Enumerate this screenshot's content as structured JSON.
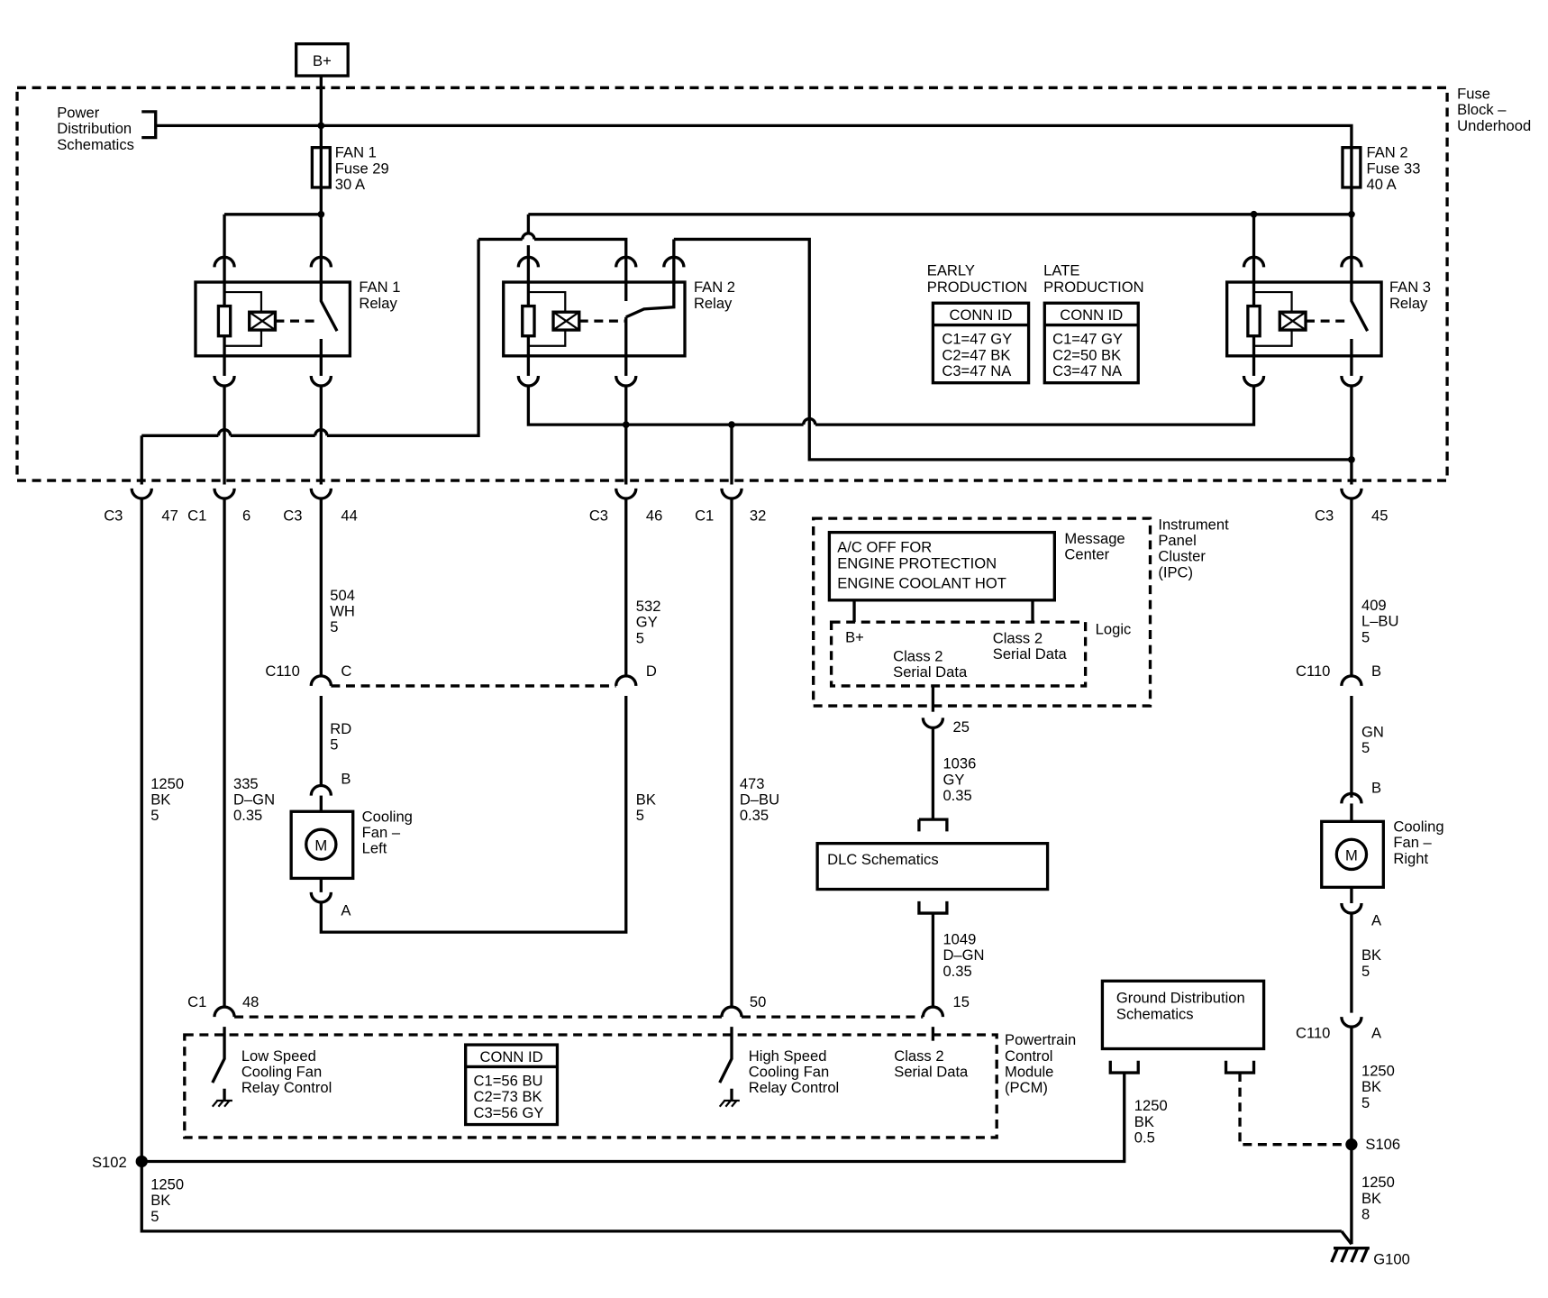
{
  "power": {
    "b_plus": "B+"
  },
  "fuse_block": {
    "title_l1": "Fuse",
    "title_l2": "Block –",
    "title_l3": "Underhood"
  },
  "pds": {
    "l1": "Power",
    "l2": "Distribution",
    "l3": "Schematics"
  },
  "fuses": [
    {
      "l1": "FAN 1",
      "l2": "Fuse 29",
      "l3": "30 A"
    },
    {
      "l1": "FAN 2",
      "l2": "Fuse 33",
      "l3": "40 A"
    }
  ],
  "relays": [
    {
      "l1": "FAN 1",
      "l2": "Relay"
    },
    {
      "l1": "FAN 2",
      "l2": "Relay"
    },
    {
      "l1": "FAN 3",
      "l2": "Relay"
    }
  ],
  "conn_tables": {
    "early": {
      "h1": "EARLY",
      "h2": "PRODUCTION",
      "id": "CONN ID",
      "r1": "C1=47 GY",
      "r2": "C2=47 BK",
      "r3": "C3=47 NA"
    },
    "late": {
      "h1": "LATE",
      "h2": "PRODUCTION",
      "id": "CONN ID",
      "r1": "C1=47 GY",
      "r2": "C2=50 BK",
      "r3": "C3=47 NA"
    },
    "pcm": {
      "id": "CONN ID",
      "r1": "C1=56 BU",
      "r2": "C2=73 BK",
      "r3": "C3=56 GY"
    }
  },
  "block_pins": {
    "c3_47": [
      "C3",
      "47"
    ],
    "c1_6": [
      "C1",
      "6"
    ],
    "c3_44": [
      "C3",
      "44"
    ],
    "c3_46": [
      "C3",
      "46"
    ],
    "c1_32": [
      "C1",
      "32"
    ],
    "c3_45": [
      "C3",
      "45"
    ]
  },
  "wires": {
    "w504": [
      "504",
      "WH",
      "5"
    ],
    "w532": [
      "532",
      "GY",
      "5"
    ],
    "w409": [
      "409",
      "L–BU",
      "5"
    ],
    "wrd": [
      "RD",
      "5"
    ],
    "wgn": [
      "GN",
      "5"
    ],
    "w1250a": [
      "1250",
      "BK",
      "5"
    ],
    "w335": [
      "335",
      "D–GN",
      "0.35"
    ],
    "wbk": [
      "BK",
      "5"
    ],
    "w473": [
      "473",
      "D–BU",
      "0.35"
    ],
    "w1036": [
      "1036",
      "GY",
      "0.35"
    ],
    "w1049": [
      "1049",
      "D–GN",
      "0.35"
    ],
    "wbk_r": [
      "BK",
      "5"
    ],
    "w1250b": [
      "1250",
      "BK",
      "5"
    ],
    "w1250c": [
      "1250",
      "BK",
      "0.5"
    ],
    "w1250d": [
      "1250",
      "BK",
      "5"
    ],
    "w1250e": [
      "1250",
      "BK",
      "8"
    ]
  },
  "c110": {
    "label": "C110",
    "c": "C",
    "d": "D",
    "b": "B",
    "a": "A"
  },
  "motors": {
    "left": {
      "symbol": "M",
      "l1": "Cooling",
      "l2": "Fan –",
      "l3": "Left",
      "pin_b": "B",
      "pin_a": "A"
    },
    "right": {
      "symbol": "M",
      "l1": "Cooling",
      "l2": "Fan –",
      "l3": "Right",
      "pin_b": "B",
      "pin_a": "A"
    }
  },
  "ipc": {
    "m1": "A/C OFF FOR",
    "m2": "ENGINE PROTECTION",
    "m3": "ENGINE COOLANT HOT",
    "mc1": "Message",
    "mc2": "Center",
    "t1": "Instrument",
    "t2": "Panel",
    "t3": "Cluster",
    "t4": "(IPC)",
    "logic": "Logic",
    "bplus": "B+",
    "csd1a": "Class 2",
    "csd1b": "Serial Data",
    "csd2a": "Class 2",
    "csd2b": "Serial Data",
    "pin": "25"
  },
  "dlc": {
    "label": "DLC Schematics"
  },
  "gds": {
    "l1": "Ground Distribution",
    "l2": "Schematics"
  },
  "pcm": {
    "c1": "C1",
    "p48": "48",
    "p50": "50",
    "p15": "15",
    "low1": "Low Speed",
    "low2": "Cooling Fan",
    "low3": "Relay Control",
    "high1": "High Speed",
    "high2": "Cooling Fan",
    "high3": "Relay Control",
    "cs1": "Class 2",
    "cs2": "Serial Data",
    "t1": "Powertrain",
    "t2": "Control",
    "t3": "Module",
    "t4": "(PCM)"
  },
  "splices": {
    "s102": "S102",
    "s106": "S106"
  },
  "ground": {
    "g100": "G100"
  }
}
